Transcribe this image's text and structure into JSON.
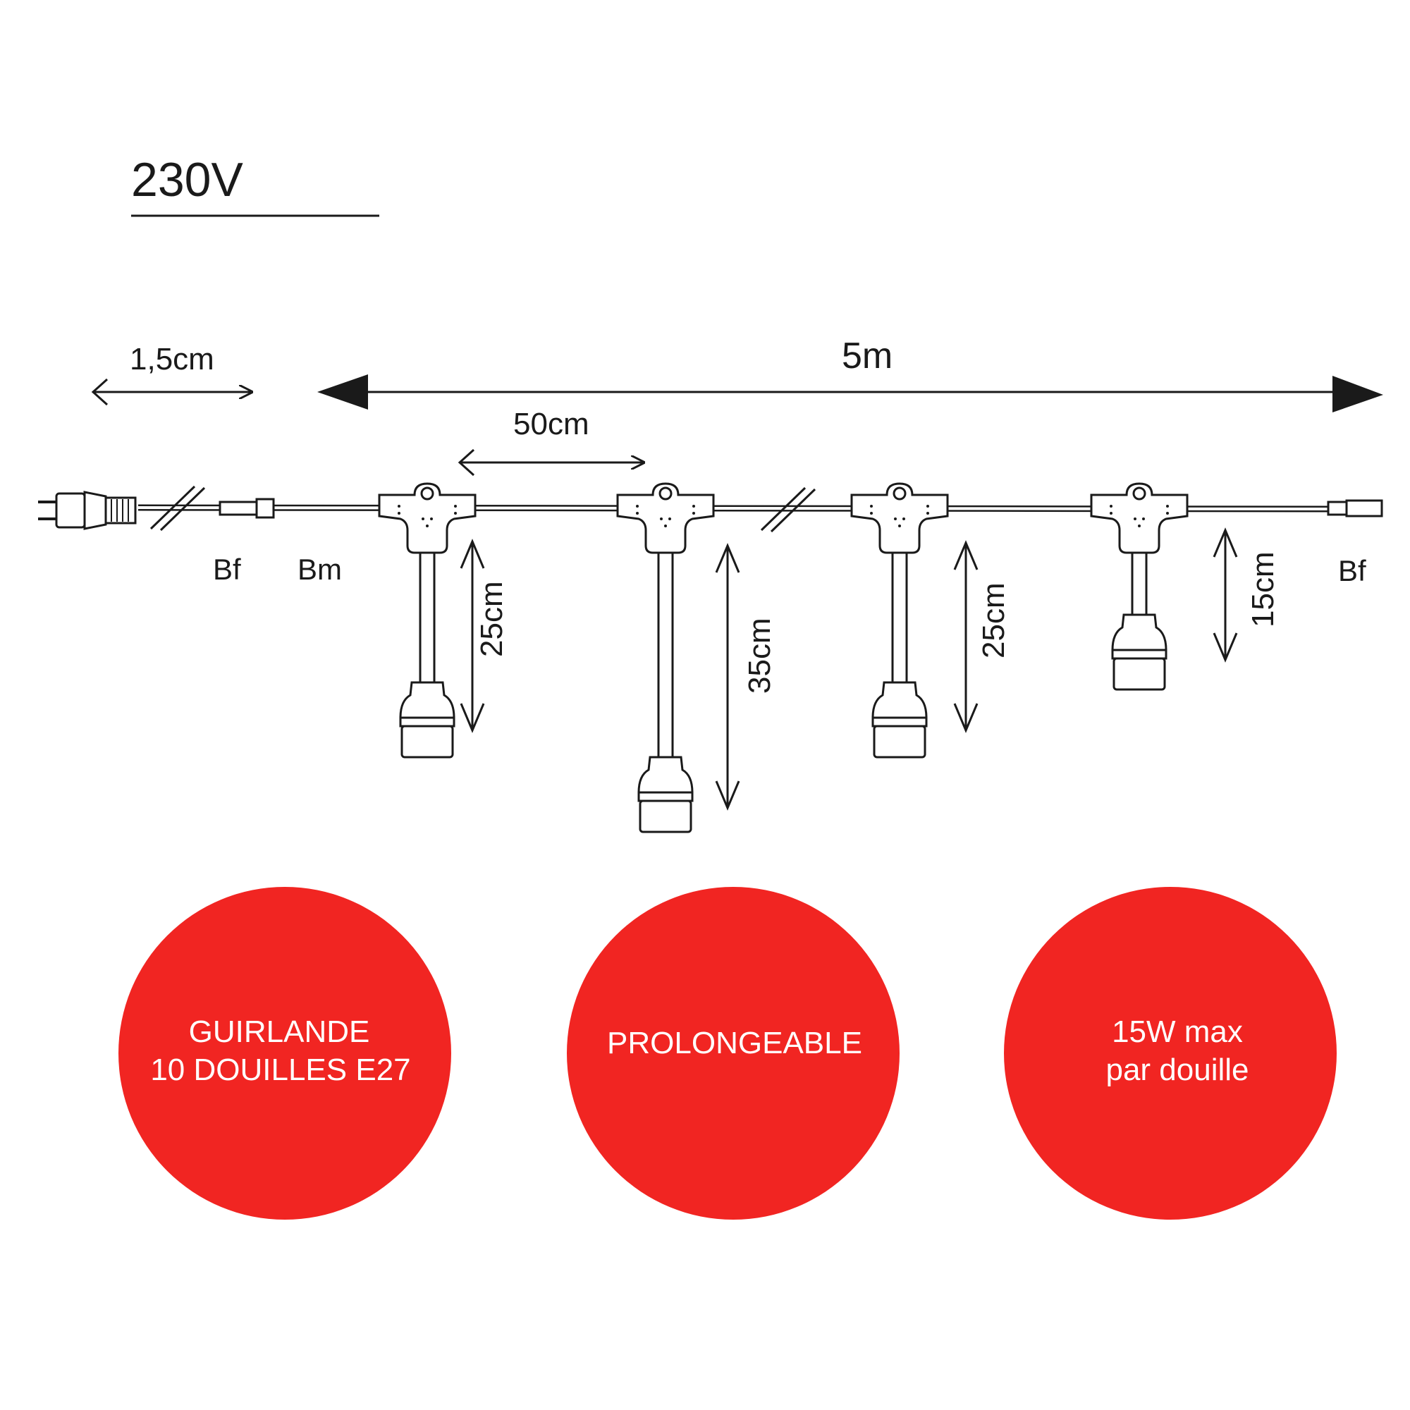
{
  "voltage": {
    "label": "230V"
  },
  "dimensions": {
    "plug_cable": "1,5cm",
    "total_length": "5m",
    "spacing": "50cm",
    "drop_1": "25cm",
    "drop_2": "35cm",
    "drop_3": "25cm",
    "drop_4": "15cm"
  },
  "connectors": {
    "left_female": "Bf",
    "male": "Bm",
    "right_female": "Bf"
  },
  "badges": [
    {
      "line1": "GUIRLANDE",
      "line2": "10 DOUILLES E27"
    },
    {
      "line1": "PROLONGEABLE",
      "line2": ""
    },
    {
      "line1": "15W max",
      "line2": "par douille"
    }
  ],
  "colors": {
    "badge": "#f12522",
    "ink": "#1a1a1a",
    "background": "#ffffff"
  }
}
